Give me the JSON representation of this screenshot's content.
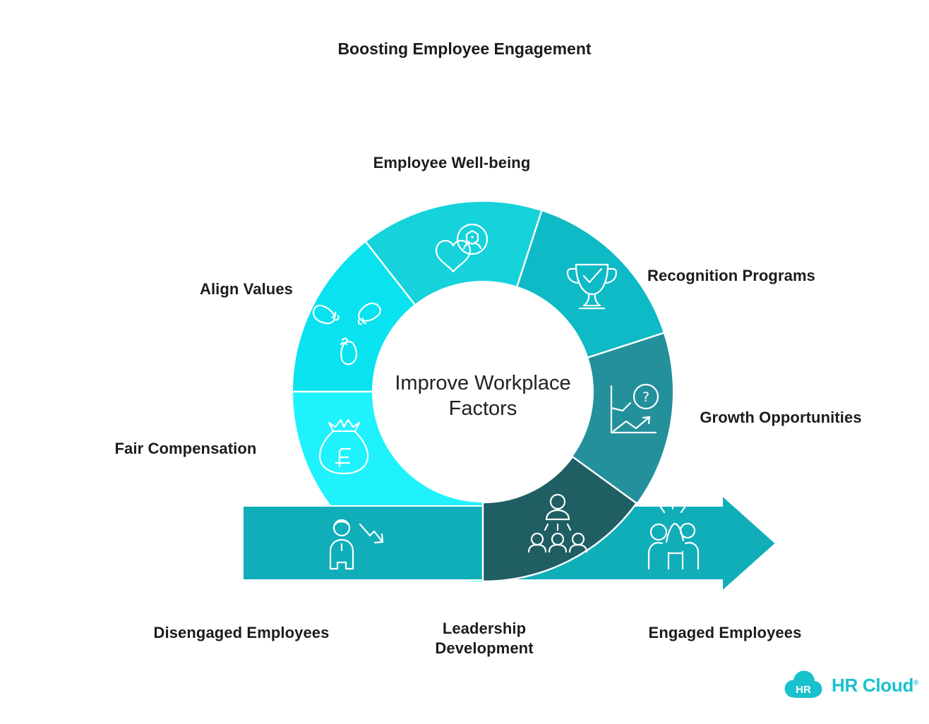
{
  "title": "Boosting Employee Engagement",
  "center_text": {
    "line1": "Improve Workplace",
    "line2": "Factors"
  },
  "ring": {
    "segments": [
      {
        "id": "fair-compensation",
        "label": "Fair Compensation",
        "color": "#20f2fd",
        "start_angle": 180,
        "end_angle": 270,
        "icon": "money-bag-icon"
      },
      {
        "id": "align-values",
        "label": "Align Values",
        "color": "#09e3ef",
        "start_angle": 128,
        "end_angle": 180,
        "icon": "fist-bump-icon"
      },
      {
        "id": "employee-well-being",
        "label": "Employee Well-being",
        "color": "#16d2da",
        "start_angle": 72,
        "end_angle": 128,
        "icon": "heart-wellbeing-icon"
      },
      {
        "id": "recognition-programs",
        "label": "Recognition Programs",
        "color": "#0dbac5",
        "start_angle": 18,
        "end_angle": 72,
        "icon": "trophy-check-icon"
      },
      {
        "id": "growth-opportunities",
        "label": "Growth Opportunities",
        "color": "#23909c",
        "start_angle": -36,
        "end_angle": 18,
        "icon": "growth-chart-icon"
      },
      {
        "id": "leadership-development",
        "label": "Leadership Development",
        "color": "#1f5e63",
        "start_angle": -90,
        "end_angle": -36,
        "icon": "leader-team-icon"
      }
    ]
  },
  "arrow_band": {
    "color": "#10aeb9",
    "from_label": "Disengaged Employees",
    "to_label": "Engaged Employees",
    "from_icon": "disengaged-person-icon",
    "to_icon": "high-five-icon"
  },
  "logo": {
    "cloud_text": "HR",
    "wordmark": "HR Cloud",
    "registered_mark": "®",
    "color": "#19c1cc"
  }
}
